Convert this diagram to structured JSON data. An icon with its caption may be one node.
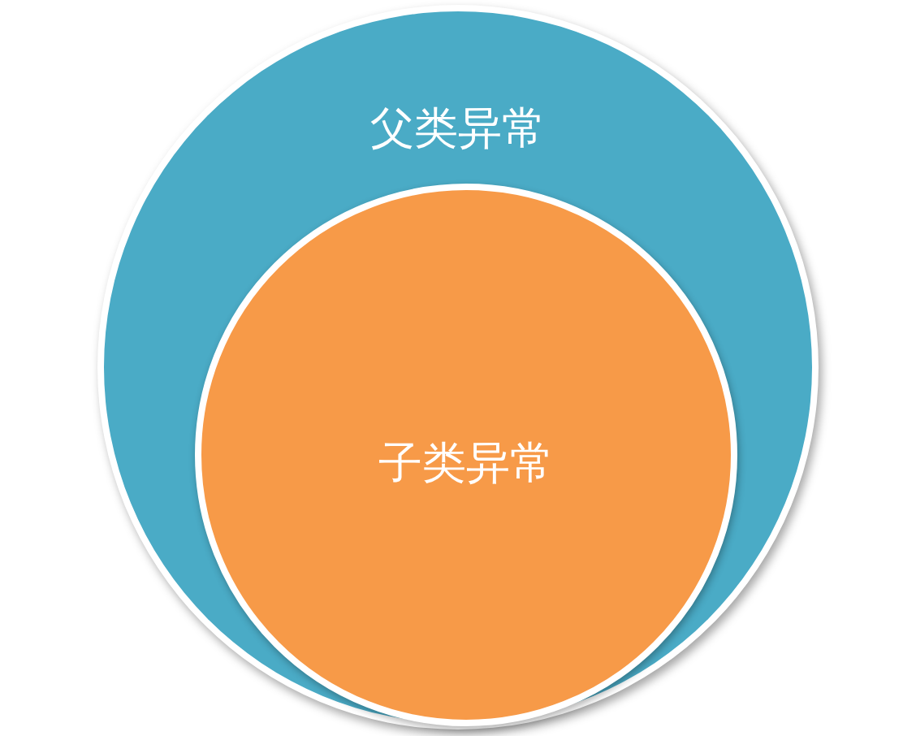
{
  "diagram": {
    "nodes": [
      {
        "text": [
          "父类异常"
        ]
      },
      {
        "text": [
          "子类异常"
        ],
        "in": 0
      }
    ]
  }
}
